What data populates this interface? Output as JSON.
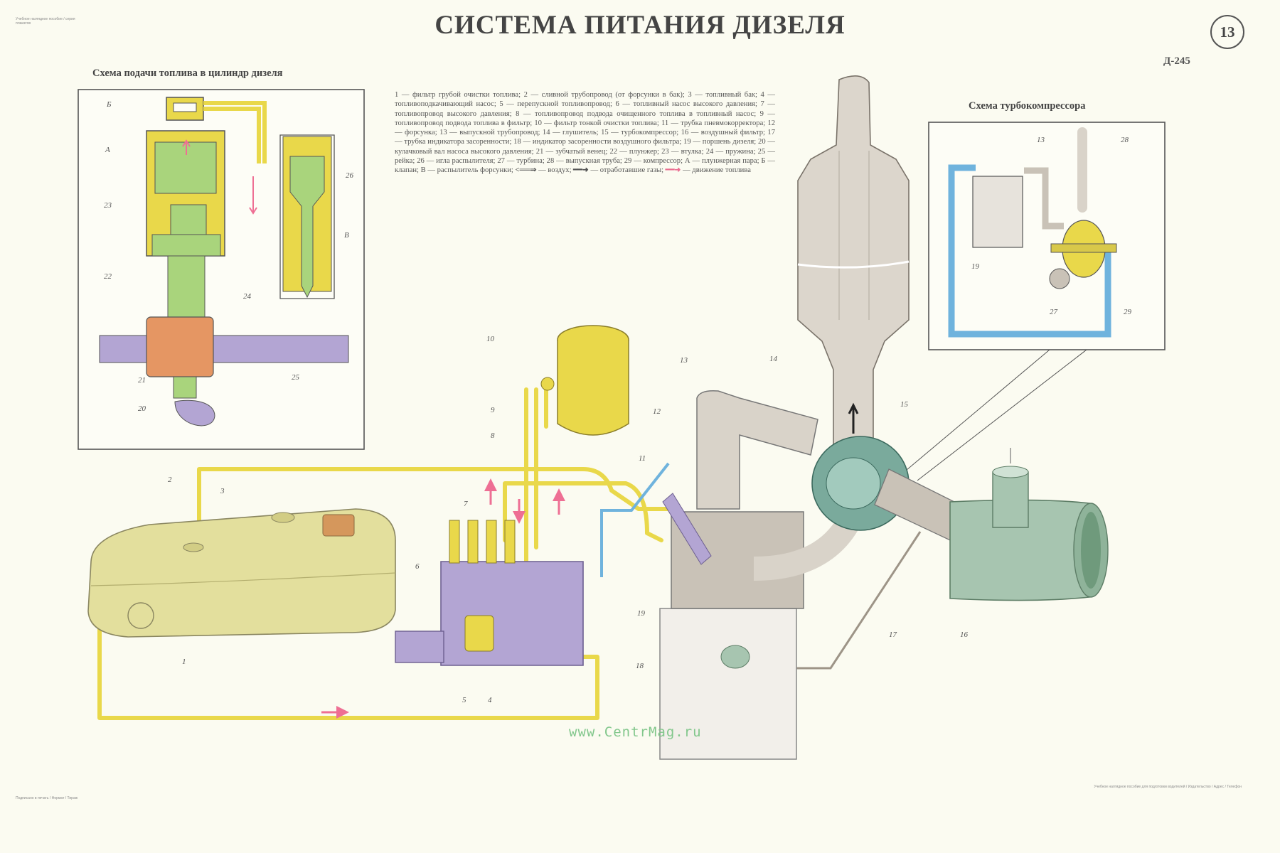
{
  "header": {
    "title": "СИСТЕМА ПИТАНИЯ ДИЗЕЛЯ",
    "sheet_number": "13",
    "engine_model": "Д-245"
  },
  "schemes": {
    "injection": {
      "title": "Схема подачи топлива в цилиндр дизеля"
    },
    "turbo": {
      "title": "Схема турбокомпрессора"
    }
  },
  "legend": {
    "body": "1 — фильтр грубой очистки топлива; 2 — сливной трубопровод (от форсунки в бак); 3 — топливный бак; 4 — топливоподкачивающий насос; 5 — перепускной топливопровод; 6 — топливный насос высокого давления; 7 — топливопровод высокого давления; 8 — топливопровод подвода очищенного топлива в топливный насос; 9 — топливопровод подвода топлива в фильтр; 10 — фильтр тонкой очистки топлива; 11 — трубка пневмокорректора; 12 — форсунка; 13 — выпускной трубопровод; 14 — глушитель; 15 — турбокомпрессор; 16 — воздушный фильтр; 17 — трубка индикатора засоренности; 18 — индикатор засоренности воздушного фильтра; 19 — поршень дизеля; 20 — кулачковый вал насоса высокого давления; 21 — зубчатый венец; 22 — плунжер; 23 — втулка; 24 — пружина; 25 — рейка; 26 — игла распылителя; 27 — турбина; 28 — выпускная труба; 29 — компрессор; А — плунжерная пара; Б — клапан; В — распылитель форсунки;",
    "air_symbol": "<══⇒",
    "air_text": "— воздух;",
    "gas_symbol": "━━➜",
    "gas_text": "— отработавшие газы;",
    "fuel_symbol": "━━➜",
    "fuel_text": "— движение топлива"
  },
  "callouts": {
    "inset": [
      "Б",
      "А",
      "23",
      "22",
      "24",
      "21",
      "25",
      "20",
      "26",
      "В"
    ],
    "turbo": [
      "13",
      "28",
      "19",
      "27",
      "29"
    ],
    "main": [
      "10",
      "9",
      "8",
      "2",
      "3",
      "7",
      "6",
      "1",
      "5",
      "4",
      "13",
      "12",
      "11",
      "14",
      "15",
      "19",
      "18",
      "17",
      "16"
    ]
  },
  "watermark": "www.CentrMag.ru",
  "fine_print": {
    "top_left": "Учебное наглядное пособие / серия плакатов",
    "bottom_left": "Подписано в печать / Формат / Тираж",
    "bottom_right": "Учебное наглядное пособие для подготовки водителей / Издательство / Адрес / Телефон"
  },
  "colors": {
    "fuel_yellow": "#e9d84a",
    "tank_yellow": "#e3df9d",
    "inset_green": "#a9d47c",
    "pump_violet": "#b3a5d3",
    "metal_gray": "#c9c2b7",
    "air_filter_green": "#a7c5b0",
    "turbo_teal": "#7aaa9c",
    "blue_line": "#6fb3dd",
    "fuel_arrow_pink": "#ee6f94"
  }
}
